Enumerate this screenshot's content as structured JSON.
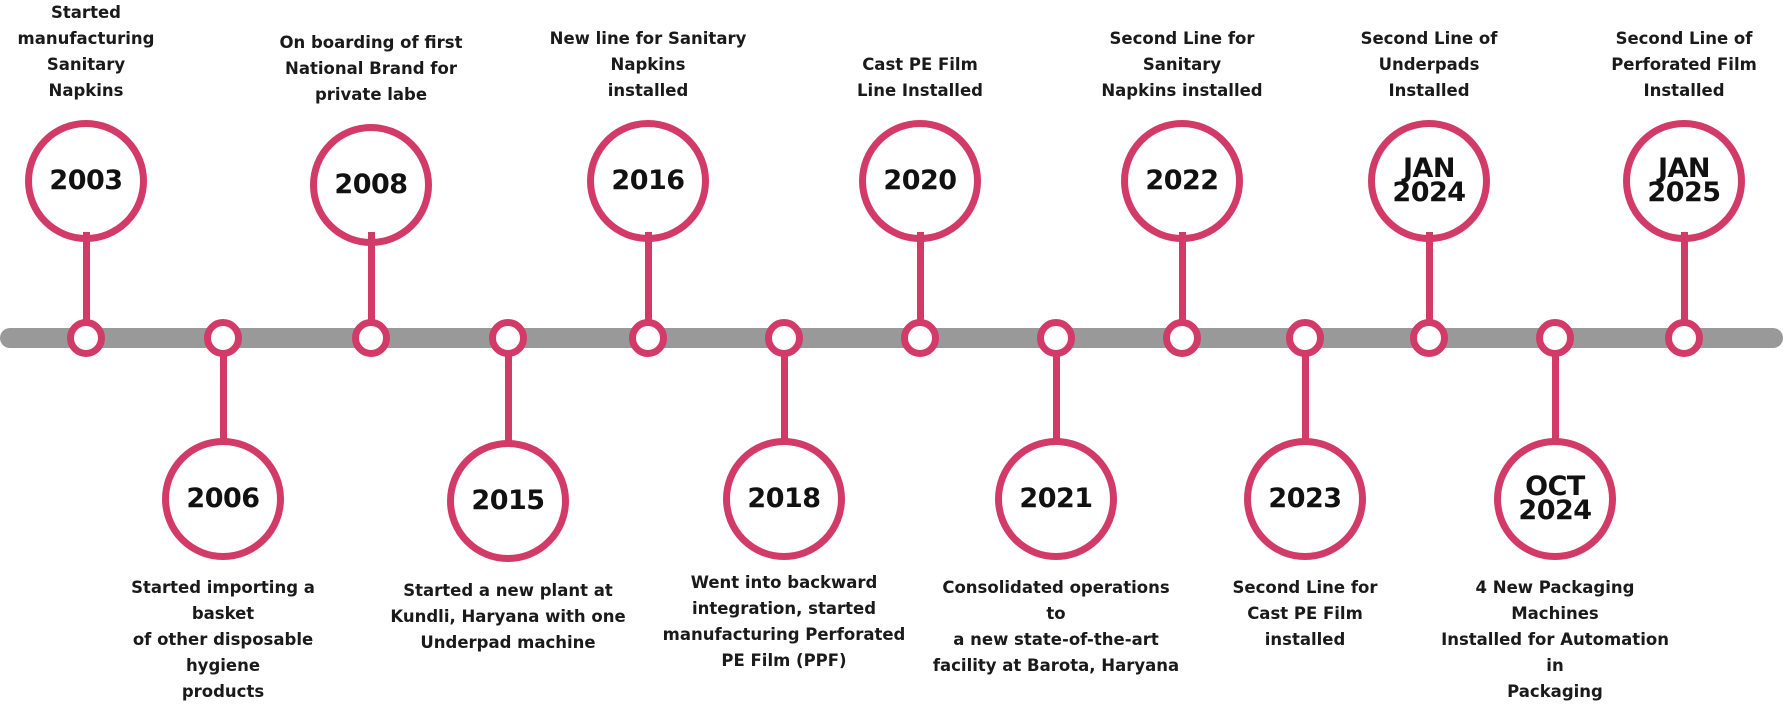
{
  "colors": {
    "accent": "#D23A68",
    "track": "#999999",
    "text": "#111111"
  },
  "events": {
    "e2003": {
      "year": "2003",
      "description": "Started\nmanufacturing\nSanitary\nNapkins"
    },
    "e2006": {
      "year": "2006",
      "description": "Started importing a basket\nof other disposable hygiene\nproducts"
    },
    "e2008": {
      "year": "2008",
      "description": "On boarding of first\nNational Brand for\nprivate labe"
    },
    "e2015": {
      "year": "2015",
      "description": "Started a new plant at\nKundli, Haryana with one\nUnderpad machine"
    },
    "e2016": {
      "year": "2016",
      "description": "New line for Sanitary\nNapkins\ninstalled"
    },
    "e2018": {
      "year": "2018",
      "description": "Went into backward\nintegration, started\nmanufacturing Perforated\nPE Film (PPF)"
    },
    "e2020": {
      "year": "2020",
      "description": "Cast PE Film\nLine Installed"
    },
    "e2021": {
      "year": "2021",
      "description": "Consolidated operations to\na new state-of-the-art\nfacility at Barota, Haryana"
    },
    "e2022": {
      "year": "2022",
      "description": "Second Line for\nSanitary\nNapkins installed"
    },
    "e2023": {
      "year": "2023",
      "description": "Second Line for\nCast PE Film\ninstalled"
    },
    "eJan2024": {
      "year": "JAN\n2024",
      "description": "Second Line of\nUnderpads\nInstalled"
    },
    "eOct2024": {
      "year": "OCT\n2024",
      "description": "4 New Packaging Machines\nInstalled for Automation in\nPackaging"
    },
    "eJan2025": {
      "year": "JAN\n2025",
      "description": "Second Line of\nPerforated Film\nInstalled"
    }
  }
}
